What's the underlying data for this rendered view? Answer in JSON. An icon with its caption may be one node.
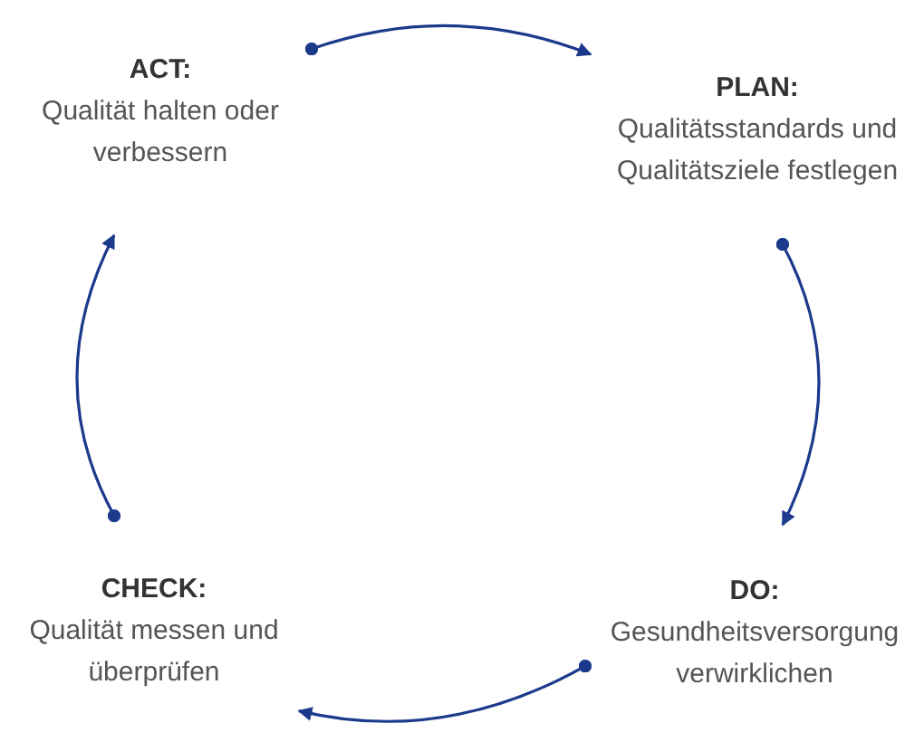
{
  "diagram": {
    "nodes": [
      {
        "text": [
          "ACT:",
          "Qualität halten oder verbessern"
        ]
      },
      {
        "text": [
          "PLAN:",
          "Qualitätsstandards und Qualitätsziele festlegen"
        ]
      },
      {
        "text": [
          "DO:",
          "Gesundheitsversorgung verwirklichen"
        ]
      },
      {
        "text": [
          "CHECK:",
          "Qualität messen und überprüfen"
        ]
      }
    ],
    "edges": [
      {
        "from": 0,
        "to": 1,
        "arrow": "to"
      },
      {
        "from": 1,
        "to": 2,
        "arrow": "to"
      },
      {
        "from": 2,
        "to": 3,
        "arrow": "to"
      },
      {
        "from": 3,
        "to": 0,
        "arrow": "to"
      }
    ]
  }
}
